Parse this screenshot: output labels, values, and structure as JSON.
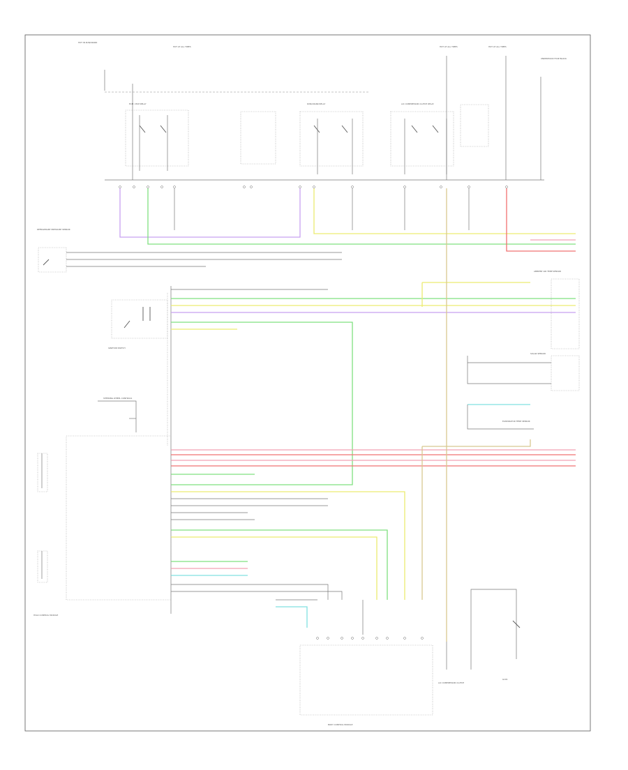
{
  "diagram": {
    "title": "",
    "page_marker": "",
    "colors": {
      "purple": "#c8a0f0",
      "green": "#7fe07f",
      "yellow": "#ecec70",
      "pink": "#f2a0b4",
      "red": "#f07070",
      "cyan": "#80e0e0",
      "tan": "#d8c890",
      "grey": "#777777"
    },
    "components": {
      "top_left_fuse": "HOT IN RUN/CRANK",
      "hot_at_all_times_1": "HOT AT ALL TIMES",
      "hot_at_all_times_2": "HOT AT ALL TIMES",
      "hot_at_all_times_3": "HOT AT ALL TIMES",
      "fuse_block": "UNDERHOOD FUSE BLOCK",
      "relay_1": "ECM / PCM RELAY",
      "relay_2": "RUN/CRANK RELAY",
      "relay_3": "A/C COMPRESSOR CLUTCH RELAY",
      "sensor_left": "REFRIGERANT PRESSURE SENSOR",
      "ignition_switch": "IGNITION SWITCH",
      "steering_wheel": "STEERING WHEEL CONTROLS",
      "hvac_module": "HVAC CONTROL MODULE",
      "body_module": "BODY CONTROL MODULE",
      "ac_compressor": "A/C COMPRESSOR CLUTCH",
      "right_sensor": "AMBIENT AIR TEMP SENSOR",
      "right_sensor_2": "SOLAR SENSOR",
      "evaporator": "EVAPORATOR TEMP SENSOR",
      "ground": "G101"
    }
  }
}
